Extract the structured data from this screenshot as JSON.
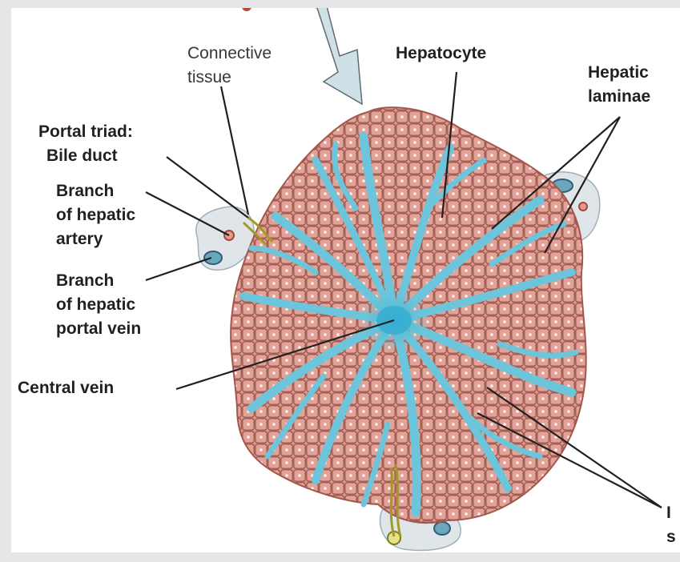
{
  "figure": {
    "labels": {
      "connective_tissue": "Connective\ntissue",
      "hepatocyte": "Hepatocyte",
      "hepatic_laminae": "Hepatic\nlaminae",
      "portal_triad": "Portal triad:",
      "bile_duct": "Bile duct",
      "hepatic_artery": "Branch\nof hepatic\nartery",
      "portal_vein": "Branch\nof hepatic\nportal vein",
      "central_vein": "Central vein",
      "sinusoids_cut": "I\ns"
    },
    "colors": {
      "hepatocyte": "#d98f84",
      "hepatocyte_border": "#8a4a42",
      "sinusoid": "#6cc5da",
      "central_vein": "#3fb3d3",
      "bile_duct": "#9c9a2a",
      "connective": "#dde4e6",
      "arrow": "#c7dbe3",
      "leader": "#231f20"
    }
  }
}
